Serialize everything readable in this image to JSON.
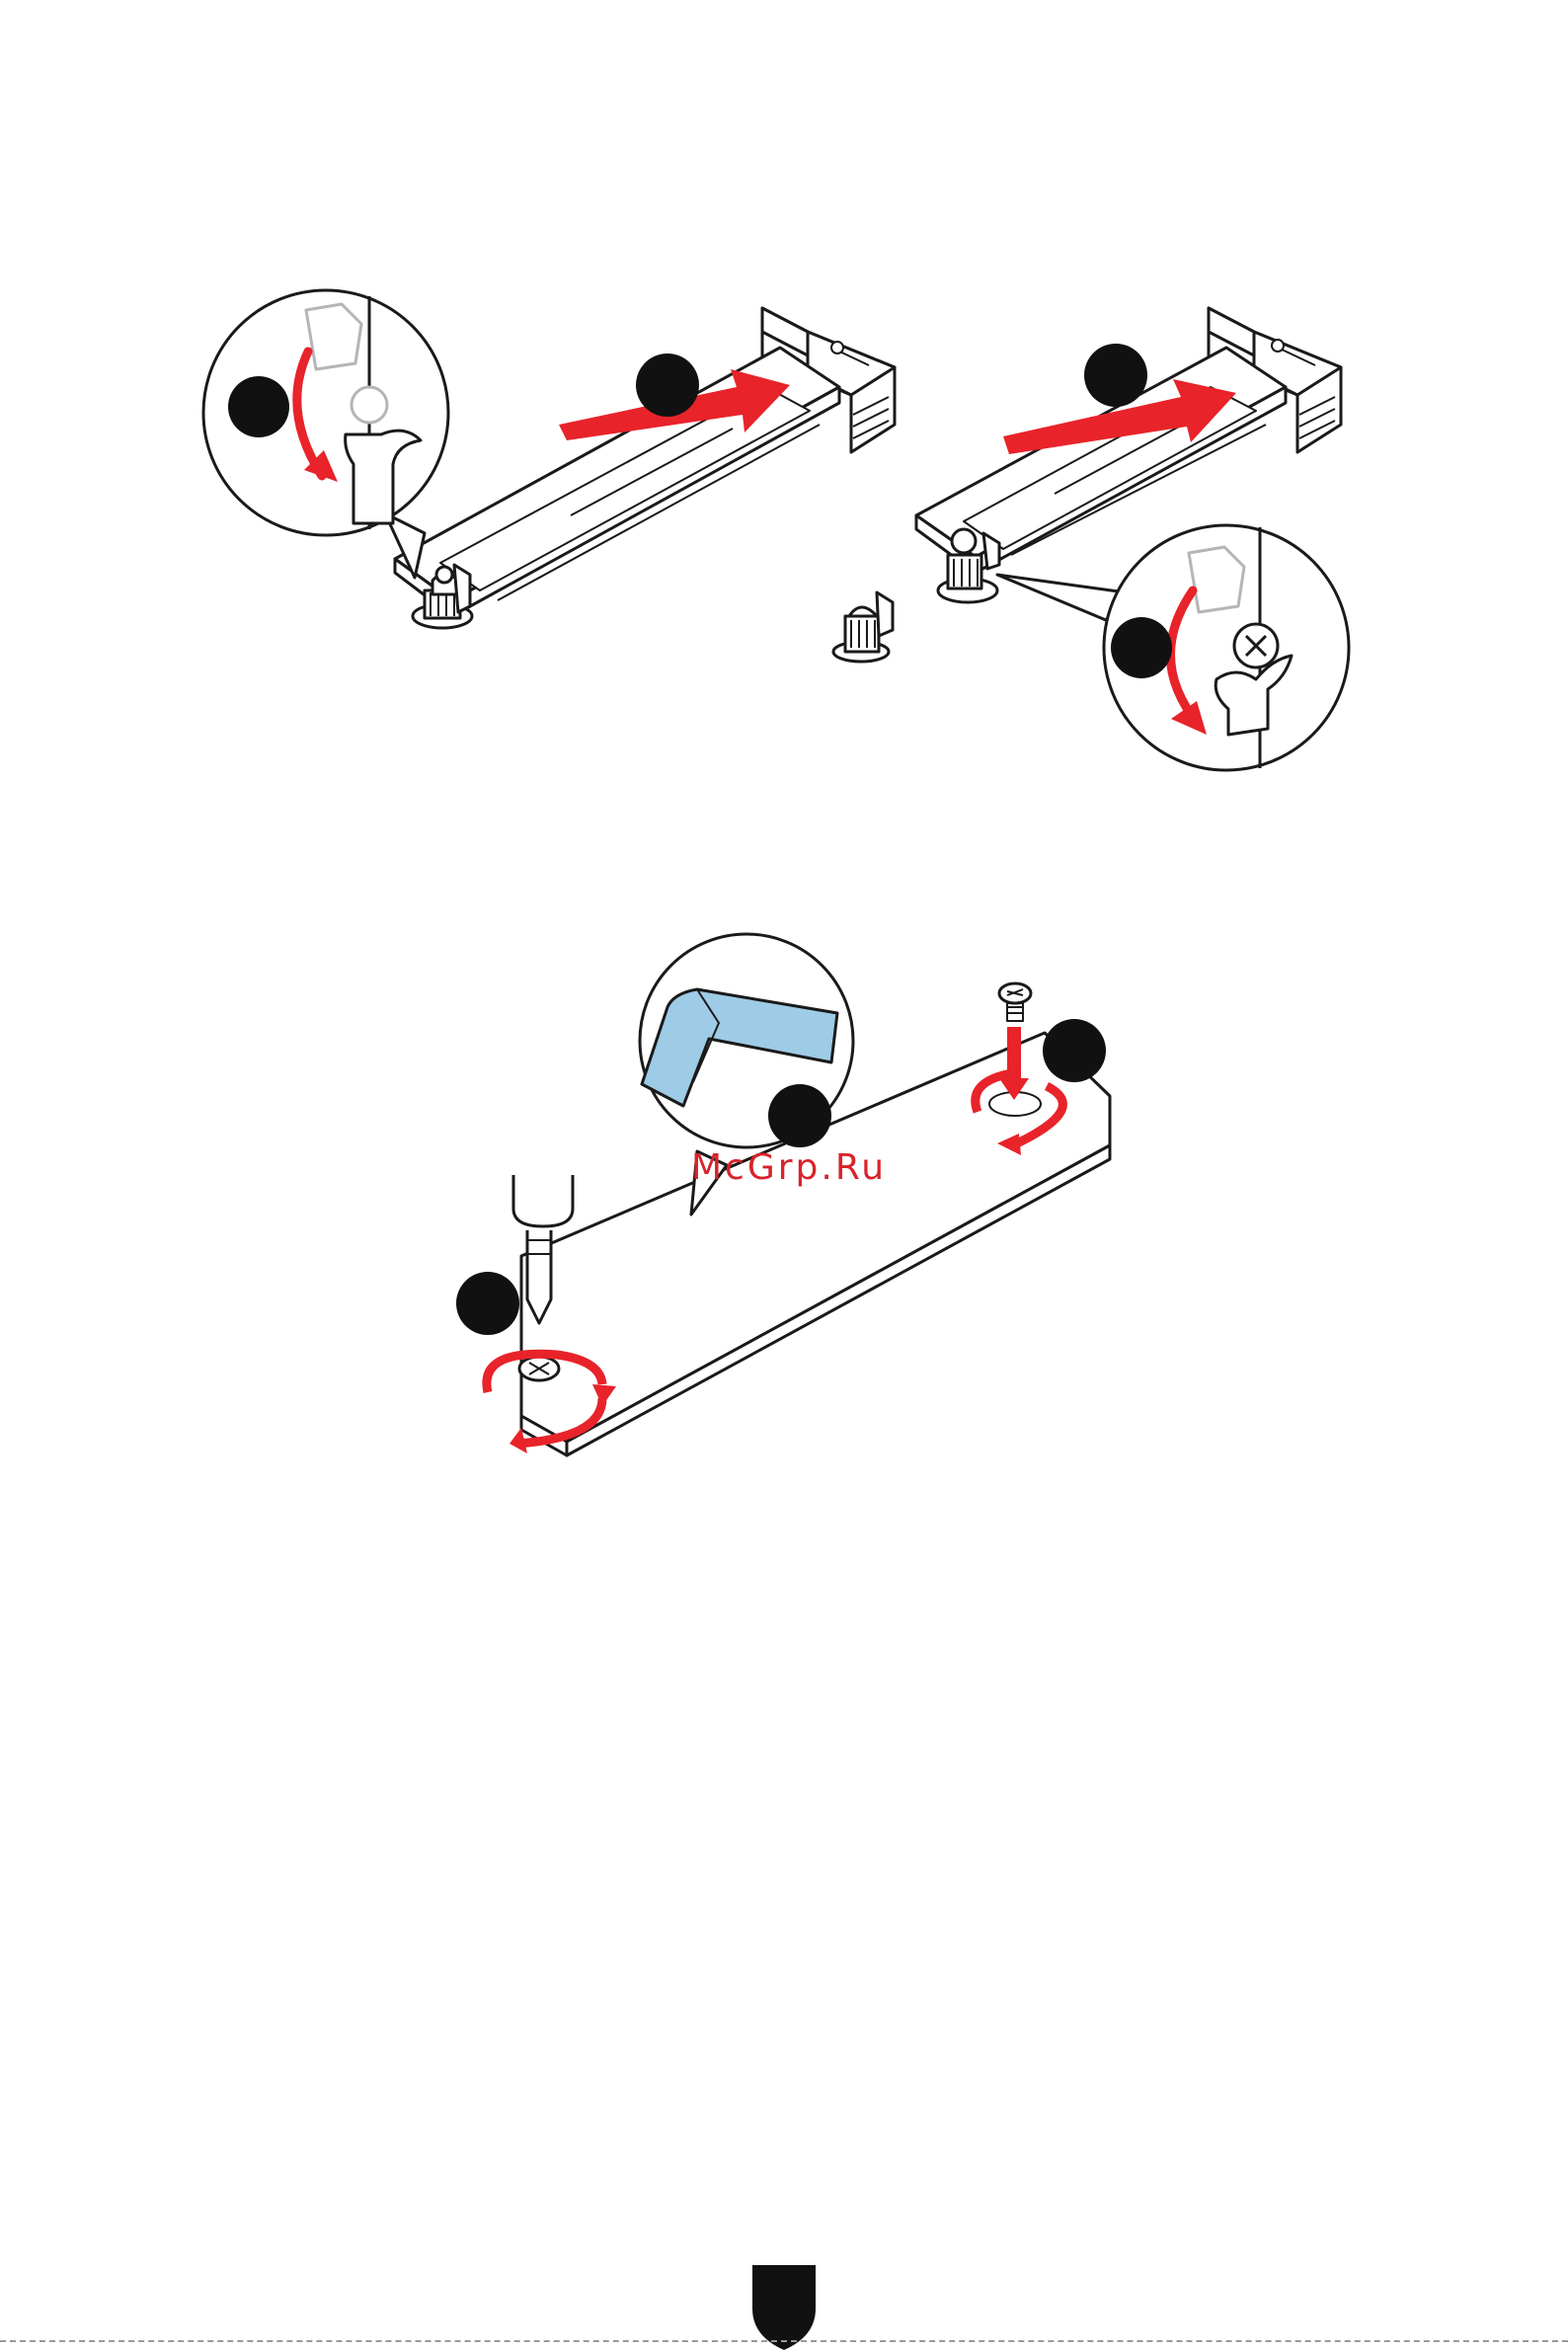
{
  "watermark": {
    "text": "McGrp.Ru"
  },
  "colors": {
    "arrow_red": "#e8232a",
    "thermal_pad_blue": "#9ecbe6",
    "line": "#1a1a1a",
    "step_marker": "#111111"
  },
  "figures": [
    {
      "id": "m2-install-with-stopper-latch",
      "steps": 2
    },
    {
      "id": "m2-install-rotated-latch",
      "steps": 2
    },
    {
      "id": "m2-heatsink-screw-install",
      "steps": 3
    }
  ],
  "icons": {
    "footer_logo": "shield-logo-icon"
  }
}
